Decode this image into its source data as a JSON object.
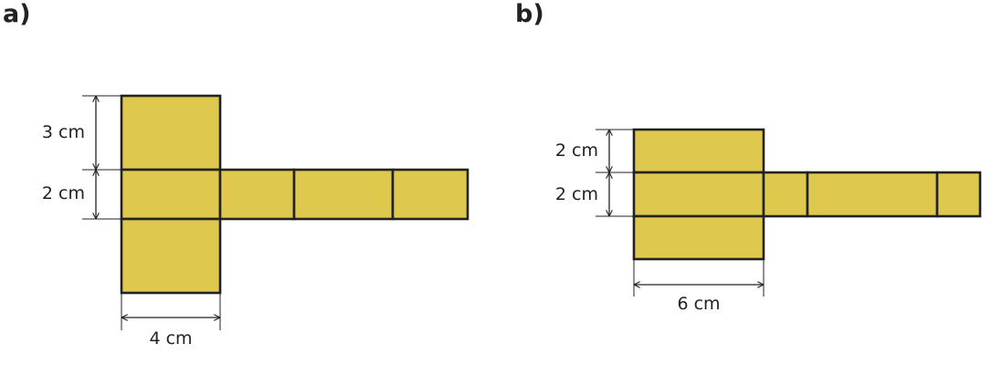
{
  "colors": {
    "face_fill": "#dec84e",
    "stroke": "#222222",
    "background": "#ffffff"
  },
  "figures": {
    "a": {
      "label": "a)",
      "dim_height_top": "3 cm",
      "dim_height_middle": "2 cm",
      "dim_width": "4 cm"
    },
    "b": {
      "label": "b)",
      "dim_height_top": "2 cm",
      "dim_height_middle": "2 cm",
      "dim_width": "6 cm"
    }
  }
}
